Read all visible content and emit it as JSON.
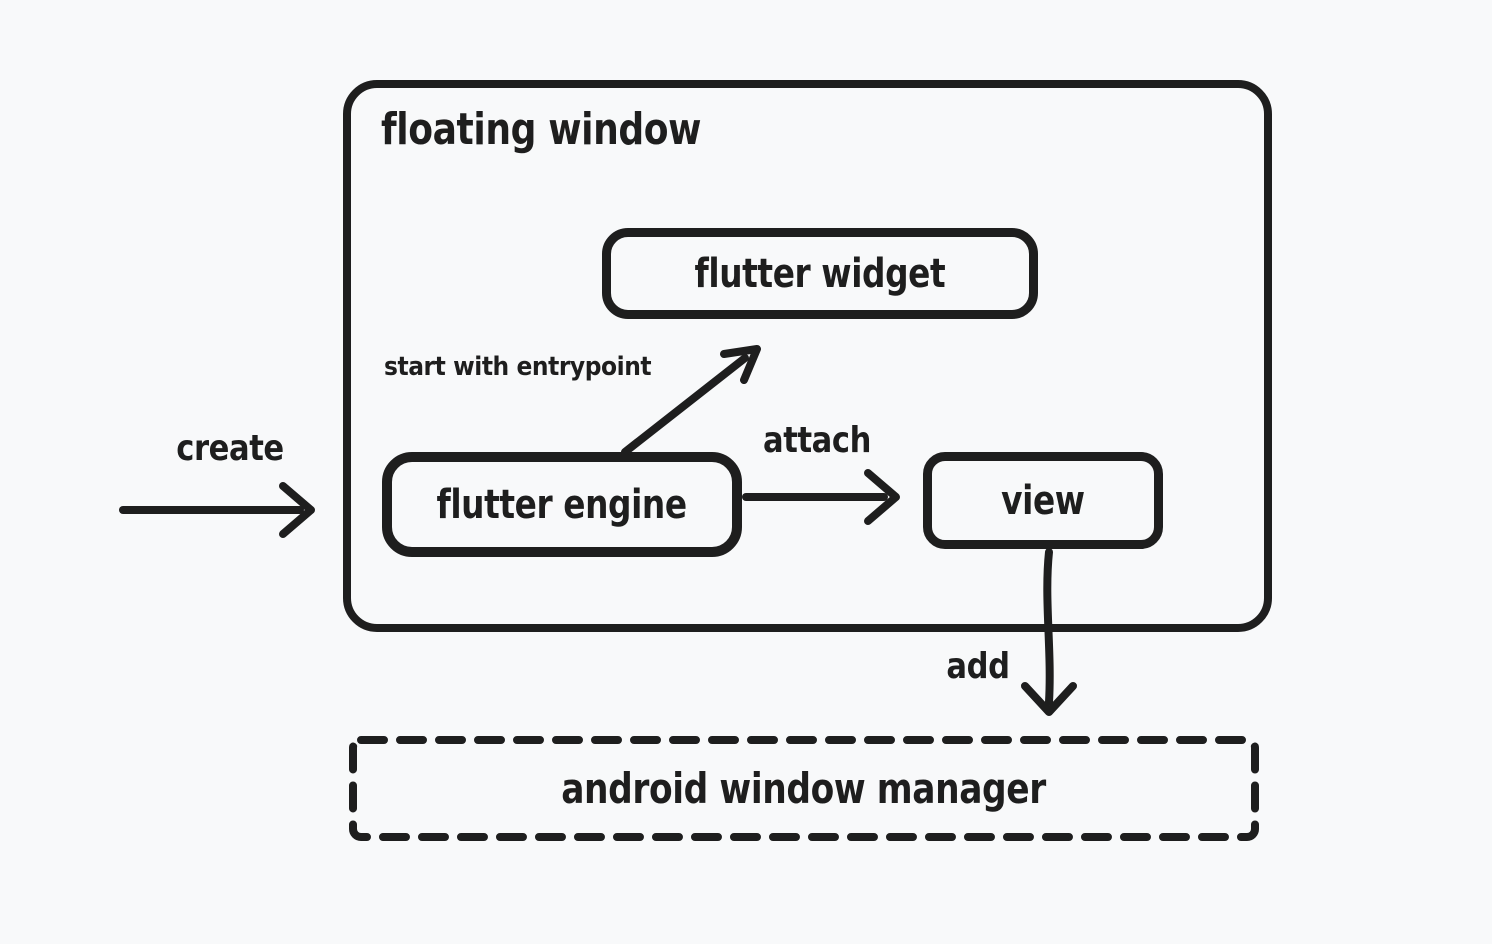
{
  "canvas": {
    "background_color": "#f8f9fa",
    "stroke_color": "#1e1e1e",
    "style": "hand-drawn diagram"
  },
  "floating_window": {
    "label": "floating window"
  },
  "nodes": {
    "flutter_widget": {
      "label": "flutter widget",
      "shape": "rounded-rect-solid"
    },
    "flutter_engine": {
      "label": "flutter engine",
      "shape": "rounded-rect-solid"
    },
    "view": {
      "label": "view",
      "shape": "rounded-rect-solid"
    },
    "android_window_manager": {
      "label": "android window manager",
      "shape": "rect-dashed"
    }
  },
  "edges": {
    "create": {
      "label": "create",
      "from": "outside",
      "to": "floating_window",
      "direction": "right"
    },
    "start_with_entrypoint": {
      "label": "start with entrypoint",
      "from": "flutter_engine",
      "to": "flutter_widget",
      "direction": "up-right"
    },
    "attach": {
      "label": "attach",
      "from": "flutter_engine",
      "to": "view",
      "direction": "right"
    },
    "add": {
      "label": "add",
      "from": "view",
      "to": "android_window_manager",
      "direction": "down"
    }
  }
}
